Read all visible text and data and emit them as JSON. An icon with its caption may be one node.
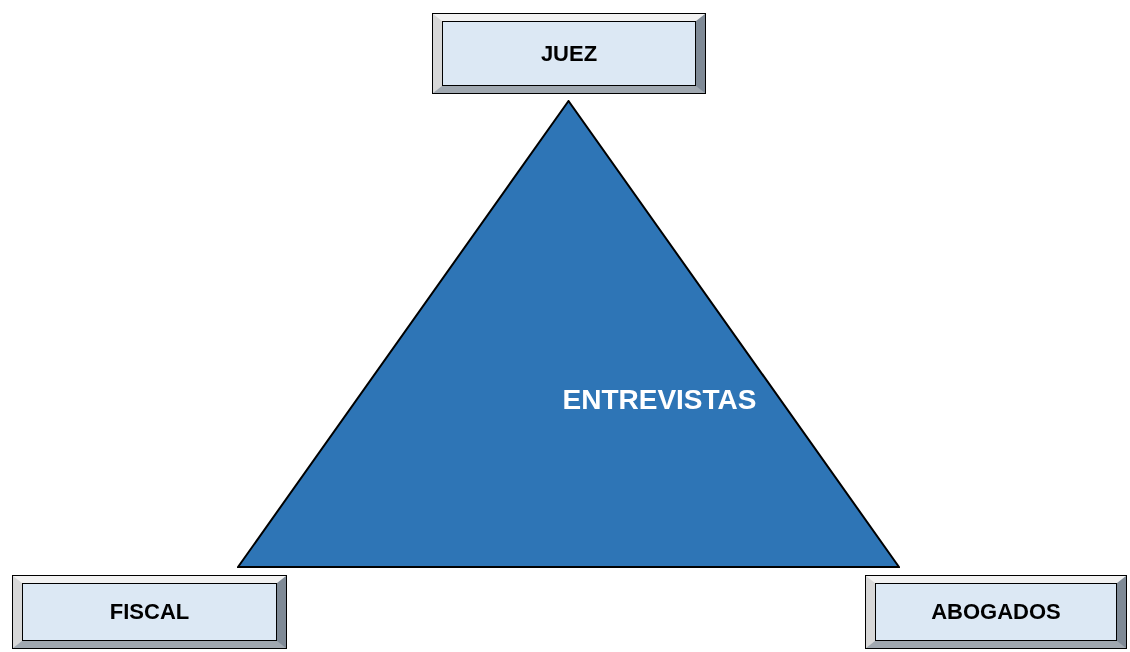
{
  "diagram": {
    "nodes": [
      {
        "text": [
          "JUEZ"
        ]
      },
      {
        "text": [
          "ENTREVISTAS"
        ]
      },
      {
        "text": [
          "FISCAL"
        ]
      },
      {
        "text": [
          "ABOGADOS"
        ]
      }
    ]
  }
}
